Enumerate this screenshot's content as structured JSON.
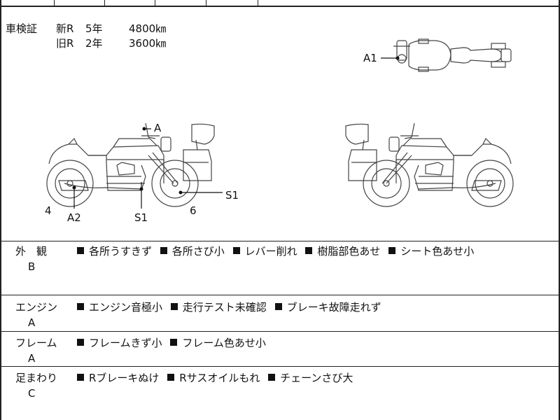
{
  "inspection": {
    "label": "車検証",
    "new_label": "新R",
    "new_years": "5年",
    "new_km": "4800㎞",
    "old_label": "旧R",
    "old_years": "2年",
    "old_km": "3600㎞"
  },
  "diagram_labels": {
    "a1": "A1",
    "a": "A",
    "s1_right": "S1",
    "four": "4",
    "a2": "A2",
    "s1_bottom": "S1",
    "six": "6"
  },
  "sections": [
    {
      "name": "外　観",
      "grade": "B",
      "notes": [
        "各所うすきず",
        "各所さび小",
        "レバー削れ",
        "樹脂部色あせ",
        "シート色あせ小"
      ]
    },
    {
      "name": "エンジン",
      "grade": "A",
      "notes": [
        "エンジン音極小",
        "走行テスト未確認",
        "ブレーキ故障走れず"
      ]
    },
    {
      "name": "フレーム",
      "grade": "A",
      "notes": [
        "フレームきず小",
        "フレーム色あせ小"
      ]
    },
    {
      "name": "足まわり",
      "grade": "C",
      "notes": [
        "Rブレーキぬけ",
        "Rサスオイルもれ",
        "チェーンさび大"
      ]
    }
  ]
}
